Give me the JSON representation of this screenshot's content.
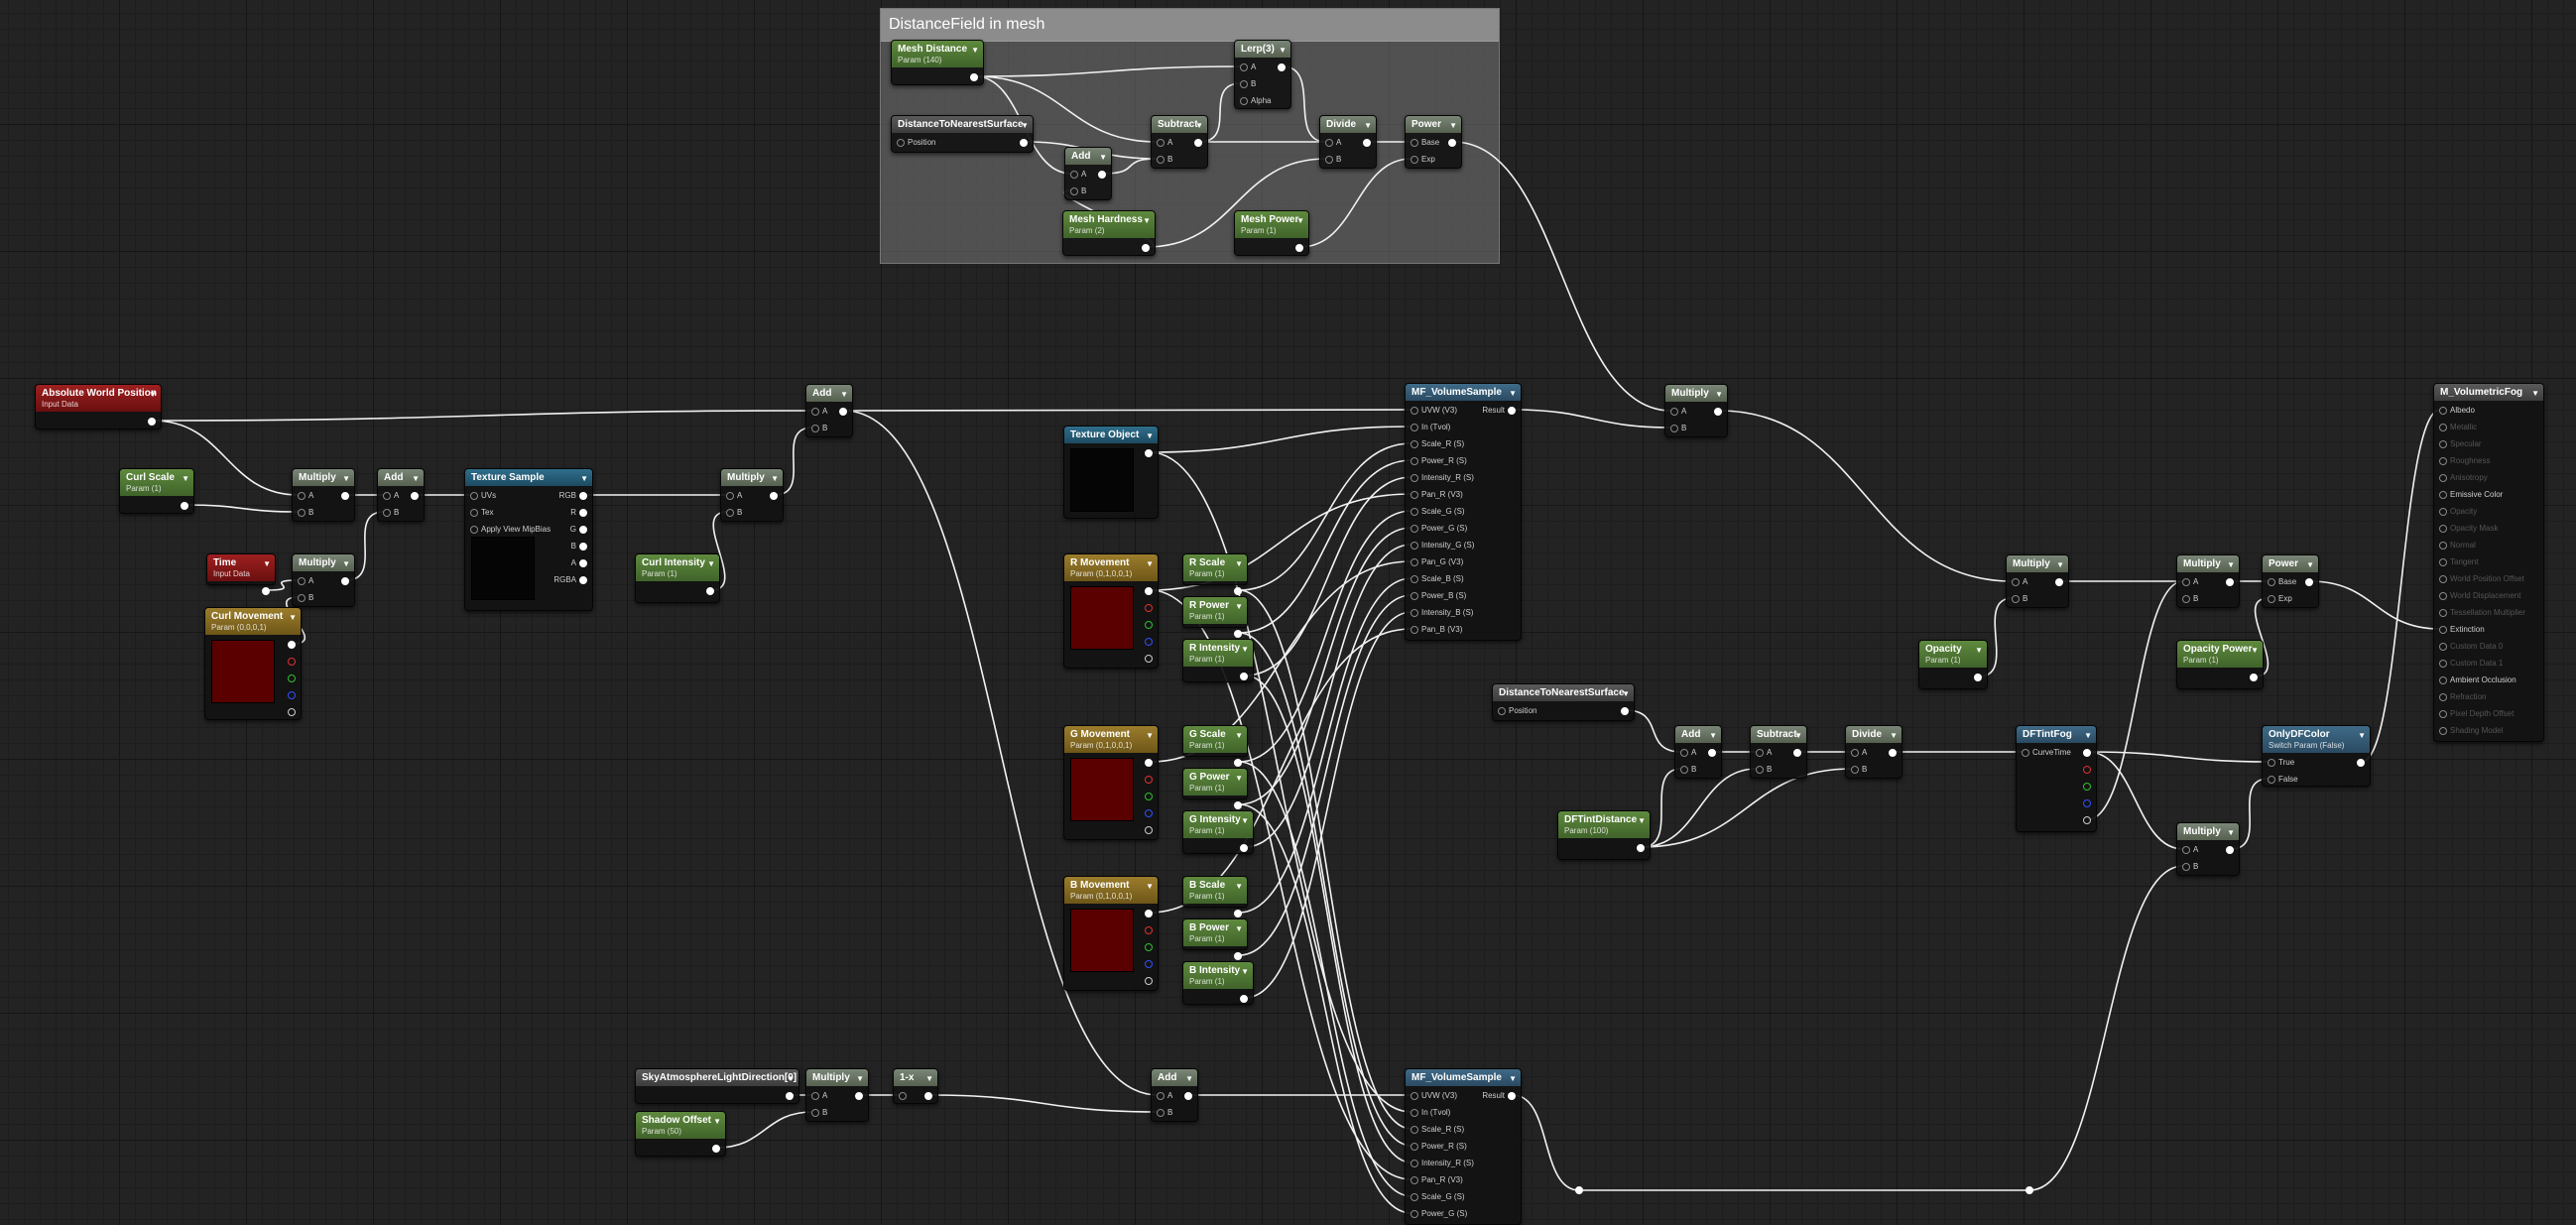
{
  "comment": {
    "title": "DistanceField in mesh"
  },
  "param_sub": {
    "mesh_distance": "Param (140)",
    "mesh_hardness": "Param (2)",
    "mesh_power": "Param (1)",
    "curl_scale": "Param (1)",
    "curl_intensity": "Param (1)",
    "time": "Input Data",
    "curl_movement": "Param (0,0,0,1)",
    "abs_world": "Input Data",
    "r_movement": "Param (0,1,0,0,1)",
    "r_scale": "Param (1)",
    "r_power": "Param (1)",
    "r_intensity": "Param (1)",
    "g_movement": "Param (0,1,0,0,1)",
    "g_scale": "Param (1)",
    "g_power": "Param (1)",
    "g_intensity": "Param (1)",
    "b_movement": "Param (0,1,0,0,1)",
    "b_scale": "Param (1)",
    "b_power": "Param (1)",
    "b_intensity": "Param (1)",
    "opacity": "Param (1)",
    "opacity_power": "Param (1)",
    "dft_distance": "Param (100)",
    "shadow_offset": "Param (50)",
    "only_df": "Switch Param (False)"
  },
  "nodes": [
    {
      "id": "mesh_distance",
      "title": "Mesh Distance",
      "sub": "mesh_distance",
      "kind": "param",
      "ins": [],
      "outs": [
        ""
      ]
    },
    {
      "id": "lerp",
      "title": "Lerp(3)",
      "kind": "math",
      "ins": [
        "A",
        "B",
        "Alpha"
      ],
      "outs": [
        ""
      ]
    },
    {
      "id": "dtns1",
      "title": "DistanceToNearestSurface",
      "kind": "result",
      "ins": [
        "Position"
      ],
      "outs": [
        ""
      ]
    },
    {
      "id": "subtract1",
      "title": "Subtract",
      "kind": "math",
      "ins": [
        "A",
        "B"
      ],
      "outs": [
        ""
      ]
    },
    {
      "id": "divide1",
      "title": "Divide",
      "kind": "math",
      "ins": [
        "A",
        "B"
      ],
      "outs": [
        ""
      ]
    },
    {
      "id": "power1",
      "title": "Power",
      "kind": "math",
      "ins": [
        "Base",
        "Exp"
      ],
      "outs": [
        ""
      ]
    },
    {
      "id": "add_c",
      "title": "Add",
      "kind": "math",
      "ins": [
        "A",
        "B"
      ],
      "outs": [
        ""
      ]
    },
    {
      "id": "mesh_hardness",
      "title": "Mesh Hardness",
      "sub": "mesh_hardness",
      "kind": "param",
      "ins": [],
      "outs": [
        ""
      ]
    },
    {
      "id": "mesh_power",
      "title": "Mesh Power",
      "sub": "mesh_power",
      "kind": "param",
      "ins": [],
      "outs": [
        ""
      ]
    },
    {
      "id": "abs_world",
      "title": "Absolute World Position",
      "sub": "abs_world",
      "kind": "input",
      "ins": [],
      "outs": [
        ""
      ]
    },
    {
      "id": "curl_scale",
      "title": "Curl Scale",
      "sub": "curl_scale",
      "kind": "param",
      "ins": [],
      "outs": [
        ""
      ]
    },
    {
      "id": "mul_a",
      "title": "Multiply",
      "kind": "math",
      "ins": [
        "A",
        "B"
      ],
      "outs": [
        ""
      ]
    },
    {
      "id": "add_b",
      "title": "Add",
      "kind": "math",
      "ins": [
        "A",
        "B"
      ],
      "outs": [
        ""
      ]
    },
    {
      "id": "texsample",
      "title": "Texture Sample",
      "kind": "tex",
      "ins": [
        "UVs",
        "Tex",
        "Apply View MipBias"
      ],
      "outs": [
        "RGB",
        "R",
        "G",
        "B",
        "A",
        "RGBA"
      ]
    },
    {
      "id": "mul_b",
      "title": "Multiply",
      "kind": "math",
      "ins": [
        "A",
        "B"
      ],
      "outs": [
        ""
      ]
    },
    {
      "id": "time",
      "title": "Time",
      "sub": "time",
      "kind": "input",
      "ins": [],
      "outs": [
        ""
      ]
    },
    {
      "id": "mul_t",
      "title": "Multiply",
      "kind": "math",
      "ins": [
        "A",
        "B"
      ],
      "outs": [
        ""
      ]
    },
    {
      "id": "curl_movement",
      "title": "Curl Movement",
      "sub": "curl_movement",
      "kind": "vec",
      "ins": [],
      "outs": [
        "",
        "",
        "",
        "",
        ""
      ]
    },
    {
      "id": "curl_intensity",
      "title": "Curl Intensity",
      "sub": "curl_intensity",
      "kind": "param",
      "ins": [],
      "outs": [
        ""
      ]
    },
    {
      "id": "add_top",
      "title": "Add",
      "kind": "math",
      "ins": [
        "A",
        "B"
      ],
      "outs": [
        ""
      ]
    },
    {
      "id": "texobj",
      "title": "Texture Object",
      "kind": "tex",
      "ins": [],
      "outs": [
        ""
      ]
    },
    {
      "id": "vol1",
      "title": "MF_VolumeSample",
      "kind": "func",
      "ins": [
        "UVW (V3)",
        "In (Tvol)",
        "Scale_R (S)",
        "Power_R (S)",
        "Intensity_R (S)",
        "Pan_R (V3)",
        "Scale_G (S)",
        "Power_G (S)",
        "Intensity_G (S)",
        "Pan_G (V3)",
        "Scale_B (S)",
        "Power_B (S)",
        "Intensity_B (S)",
        "Pan_B (V3)"
      ],
      "outs": [
        "Result"
      ]
    },
    {
      "id": "mul_top",
      "title": "Multiply",
      "kind": "math",
      "ins": [
        "A",
        "B"
      ],
      "outs": [
        ""
      ]
    },
    {
      "id": "r_movement",
      "title": "R Movement",
      "sub": "r_movement",
      "kind": "vec",
      "ins": [],
      "outs": [
        "",
        "",
        "",
        "",
        ""
      ]
    },
    {
      "id": "r_scale",
      "title": "R Scale",
      "sub": "r_scale",
      "kind": "param",
      "ins": [],
      "outs": [
        ""
      ]
    },
    {
      "id": "r_power",
      "title": "R Power",
      "sub": "r_power",
      "kind": "param",
      "ins": [],
      "outs": [
        ""
      ]
    },
    {
      "id": "r_intensity",
      "title": "R Intensity",
      "sub": "r_intensity",
      "kind": "param",
      "ins": [],
      "outs": [
        ""
      ]
    },
    {
      "id": "g_movement",
      "title": "G Movement",
      "sub": "g_movement",
      "kind": "vec",
      "ins": [],
      "outs": [
        "",
        "",
        "",
        "",
        ""
      ]
    },
    {
      "id": "g_scale",
      "title": "G Scale",
      "sub": "g_scale",
      "kind": "param",
      "ins": [],
      "outs": [
        ""
      ]
    },
    {
      "id": "g_power",
      "title": "G Power",
      "sub": "g_power",
      "kind": "param",
      "ins": [],
      "outs": [
        ""
      ]
    },
    {
      "id": "g_intensity",
      "title": "G Intensity",
      "sub": "g_intensity",
      "kind": "param",
      "ins": [],
      "outs": [
        ""
      ]
    },
    {
      "id": "b_movement",
      "title": "B Movement",
      "sub": "b_movement",
      "kind": "vec",
      "ins": [],
      "outs": [
        "",
        "",
        "",
        "",
        ""
      ]
    },
    {
      "id": "b_scale",
      "title": "B Scale",
      "sub": "b_scale",
      "kind": "param",
      "ins": [],
      "outs": [
        ""
      ]
    },
    {
      "id": "b_power",
      "title": "B Power",
      "sub": "b_power",
      "kind": "param",
      "ins": [],
      "outs": [
        ""
      ]
    },
    {
      "id": "b_intensity",
      "title": "B Intensity",
      "sub": "b_intensity",
      "kind": "param",
      "ins": [],
      "outs": [
        ""
      ]
    },
    {
      "id": "sky_dir",
      "title": "SkyAtmosphereLightDirection[0]",
      "kind": "result",
      "ins": [],
      "outs": [
        ""
      ]
    },
    {
      "id": "mul_sky",
      "title": "Multiply",
      "kind": "math",
      "ins": [
        "A",
        "B"
      ],
      "outs": [
        ""
      ]
    },
    {
      "id": "one_minus",
      "title": "1-x",
      "kind": "math",
      "ins": [
        ""
      ],
      "outs": [
        ""
      ]
    },
    {
      "id": "shadow_offset",
      "title": "Shadow Offset",
      "sub": "shadow_offset",
      "kind": "param",
      "ins": [],
      "outs": [
        ""
      ]
    },
    {
      "id": "add_bottom",
      "title": "Add",
      "kind": "math",
      "ins": [
        "A",
        "B"
      ],
      "outs": [
        ""
      ]
    },
    {
      "id": "vol2",
      "title": "MF_VolumeSample",
      "kind": "func",
      "ins": [
        "UVW (V3)",
        "In (Tvol)",
        "Scale_R (S)",
        "Power_R (S)",
        "Intensity_R (S)",
        "Pan_R (V3)",
        "Scale_G (S)",
        "Power_G (S)"
      ],
      "outs": [
        "Result"
      ]
    },
    {
      "id": "dtns2",
      "title": "DistanceToNearestSurface",
      "kind": "result",
      "ins": [
        "Position"
      ],
      "outs": [
        ""
      ]
    },
    {
      "id": "add_df",
      "title": "Add",
      "kind": "math",
      "ins": [
        "A",
        "B"
      ],
      "outs": [
        ""
      ]
    },
    {
      "id": "sub_df",
      "title": "Subtract",
      "kind": "math",
      "ins": [
        "A",
        "B"
      ],
      "outs": [
        ""
      ]
    },
    {
      "id": "div_df",
      "title": "Divide",
      "kind": "math",
      "ins": [
        "A",
        "B"
      ],
      "outs": [
        ""
      ]
    },
    {
      "id": "dft_distance",
      "title": "DFTintDistance",
      "sub": "dft_distance",
      "kind": "param",
      "ins": [],
      "outs": [
        ""
      ]
    },
    {
      "id": "dftintfog",
      "title": "DFTintFog",
      "kind": "func",
      "ins": [
        "CurveTime"
      ],
      "outs": [
        "",
        "",
        "",
        "",
        ""
      ]
    },
    {
      "id": "mul_mid",
      "title": "Multiply",
      "kind": "math",
      "ins": [
        "A",
        "B"
      ],
      "outs": [
        ""
      ]
    },
    {
      "id": "opacity",
      "title": "Opacity",
      "sub": "opacity",
      "kind": "param",
      "ins": [],
      "outs": [
        ""
      ]
    },
    {
      "id": "mul_right",
      "title": "Multiply",
      "kind": "math",
      "ins": [
        "A",
        "B"
      ],
      "outs": [
        ""
      ]
    },
    {
      "id": "power_right",
      "title": "Power",
      "kind": "math",
      "ins": [
        "Base",
        "Exp"
      ],
      "outs": [
        ""
      ]
    },
    {
      "id": "opacity_power",
      "title": "Opacity Power",
      "sub": "opacity_power",
      "kind": "param",
      "ins": [],
      "outs": [
        ""
      ]
    },
    {
      "id": "only_df",
      "title": "OnlyDFColor",
      "sub": "only_df",
      "kind": "func",
      "ins": [
        "True",
        "False"
      ],
      "outs": [
        ""
      ]
    },
    {
      "id": "mul_low",
      "title": "Multiply",
      "kind": "math",
      "ins": [
        "A",
        "B"
      ],
      "outs": [
        ""
      ]
    },
    {
      "id": "result",
      "title": "M_VolumetricFog",
      "kind": "result",
      "ins": [
        "Albedo",
        "Metallic",
        "Specular",
        "Roughness",
        "Anisotropy",
        "Emissive Color",
        "Opacity",
        "Opacity Mask",
        "Normal",
        "Tangent",
        "World Position Offset",
        "World Displacement",
        "Tessellation Multiplier",
        "Extinction",
        "Custom Data 0",
        "Custom Data 1",
        "Ambient Occlusion",
        "Refraction",
        "Pixel Depth Offset",
        "Shading Model"
      ],
      "outs": []
    }
  ]
}
